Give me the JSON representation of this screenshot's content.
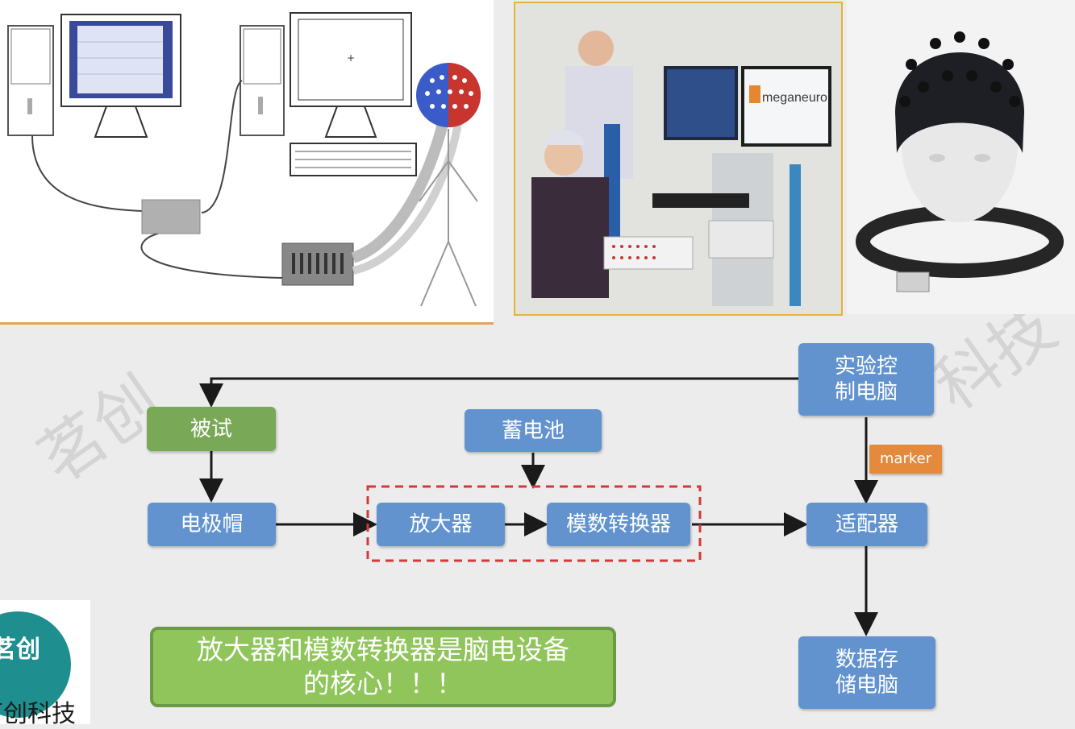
{
  "top_images": {
    "photo_brand": "meganeuro"
  },
  "flowchart": {
    "experiment_pc": "实验控\n制电脑",
    "subject": "被试",
    "battery": "蓄电池",
    "electrode_cap": "电极帽",
    "amplifier": "放大器",
    "ad_converter": "模数转换器",
    "adapter": "适配器",
    "marker": "marker",
    "storage_pc": "数据存\n储电脑",
    "note": "放大器和模数转换器是脑电设备\n的核心！！！"
  },
  "logo": {
    "mark": "茗创",
    "text": "茗创科技"
  },
  "colors": {
    "blue_box": "#6293cf",
    "green_box": "#79a857",
    "marker_box": "#e48a3c",
    "note_box": "#8fc55a",
    "dashed_border": "#d03a3a"
  }
}
